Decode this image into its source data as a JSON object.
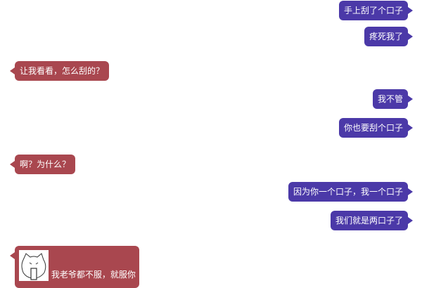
{
  "theme": {
    "sent_color": "#4b39a8",
    "received_color": "#a9474f",
    "background": "#ffffff"
  },
  "messages": [
    {
      "side": "right",
      "text": "手上刮了个口子"
    },
    {
      "side": "right",
      "text": "疼死我了"
    },
    {
      "side": "left",
      "text": "让我看看，怎么刮的？"
    },
    {
      "side": "right",
      "text": "我不管"
    },
    {
      "side": "right",
      "text": "你也要刮个口子"
    },
    {
      "side": "left",
      "text": "啊？为什么？"
    },
    {
      "side": "right",
      "text": "因为你一个口子，我一个口子"
    },
    {
      "side": "right",
      "text": "我们就是两口子了"
    },
    {
      "side": "left",
      "text": "我老爷都不服，就服你",
      "sticker": "cat-face-sticker"
    }
  ]
}
